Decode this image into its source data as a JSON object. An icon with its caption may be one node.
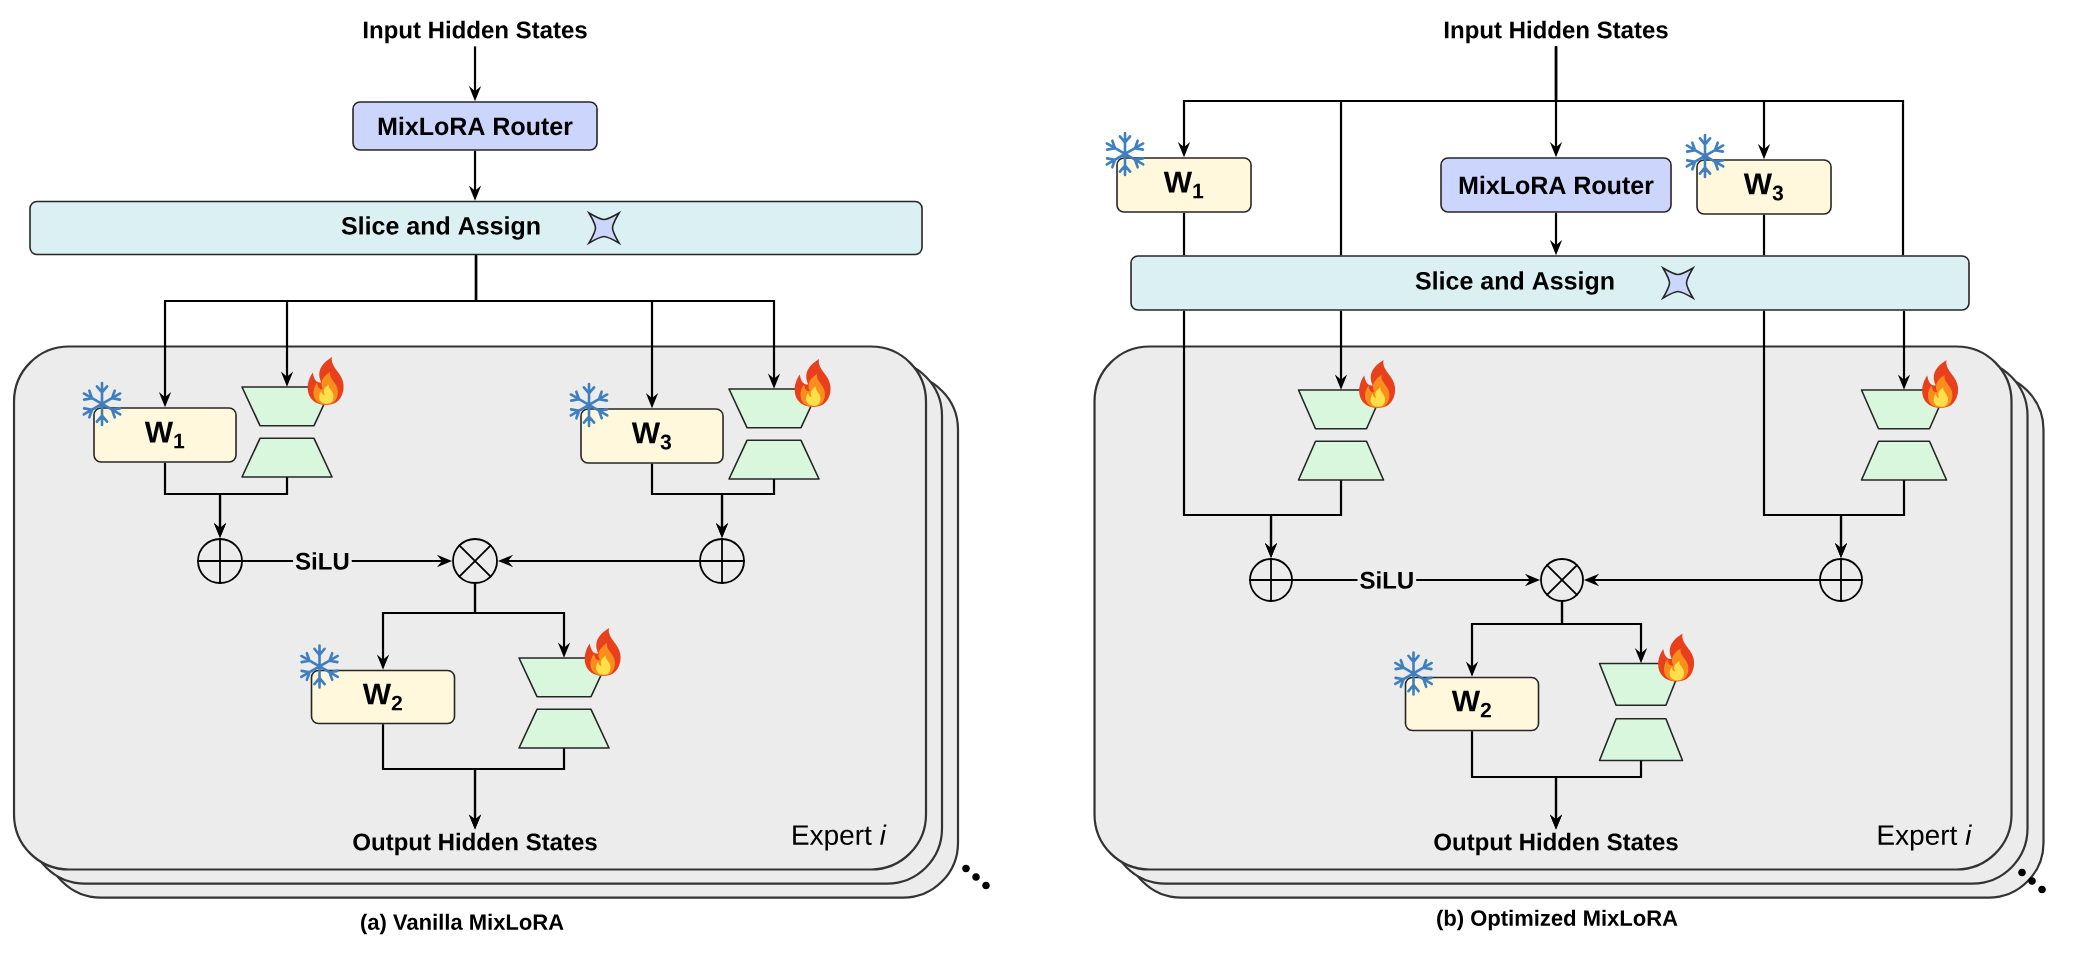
{
  "diagram": {
    "nodes": [
      {
        "text": [
          "Input Hidden States"
        ]
      },
      {
        "text": [
          "MixLoRA Router"
        ]
      },
      {
        "text": [
          "Slice and Assign"
        ]
      },
      {
        "text": [
          "Expert *i*"
        ]
      },
      {
        "text": [
          "W$_{1}$"
        ],
        "in": 3
      },
      {
        "text": [],
        "shape": "hourglass",
        "in": 3
      },
      {
        "text": [
          "W$_{3}$"
        ],
        "in": 3
      },
      {
        "text": [],
        "shape": "hourglass",
        "in": 3
      },
      {
        "text": [],
        "shape": "adder",
        "in": 3
      },
      {
        "text": [],
        "shape": "multiplier",
        "in": 3
      },
      {
        "text": [],
        "shape": "adder",
        "in": 3
      },
      {
        "text": [
          "W$_{2}$"
        ],
        "in": 3
      },
      {
        "text": [],
        "shape": "hourglass",
        "in": 3
      },
      {
        "text": [
          "Output Hidden States"
        ],
        "in": 3
      },
      {
        "text": [
          "Input Hidden States"
        ]
      },
      {
        "text": [
          "W$_{1}$"
        ]
      },
      {
        "text": [
          "MixLoRA Router"
        ]
      },
      {
        "text": [
          "W$_{3}$"
        ]
      },
      {
        "text": [
          "Slice and Assign"
        ]
      },
      {
        "text": [
          "Expert *i*"
        ]
      },
      {
        "text": [],
        "shape": "hourglass",
        "in": 19
      },
      {
        "text": [],
        "shape": "hourglass",
        "in": 19
      },
      {
        "text": [],
        "shape": "adder",
        "in": 19
      },
      {
        "text": [],
        "shape": "multiplier",
        "in": 19
      },
      {
        "text": [],
        "shape": "adder",
        "in": 19
      },
      {
        "text": [
          "W$_{2}$"
        ],
        "in": 19
      },
      {
        "text": [],
        "shape": "hourglass",
        "in": 19
      },
      {
        "text": [
          "Output Hidden States"
        ],
        "in": 19
      }
    ],
    "edges": [
      {
        "from": 0,
        "to": 1,
        "arrow": "to"
      },
      {
        "from": 1,
        "to": 2,
        "arrow": "to"
      },
      {
        "from": 2,
        "to": 4,
        "arrow": "to"
      },
      {
        "from": 2,
        "to": 5,
        "arrow": "to"
      },
      {
        "from": 2,
        "to": 6,
        "arrow": "to"
      },
      {
        "from": 2,
        "to": 7,
        "arrow": "to"
      },
      {
        "from": 4,
        "to": 8,
        "arrow": "to"
      },
      {
        "from": 5,
        "to": 8,
        "arrow": "to"
      },
      {
        "from": 6,
        "to": 10,
        "arrow": "to"
      },
      {
        "from": 7,
        "to": 10,
        "arrow": "to"
      },
      {
        "from": 8,
        "to": 9,
        "arrow": "to",
        "label": "SiLU"
      },
      {
        "from": 10,
        "to": 9,
        "arrow": "to"
      },
      {
        "from": 9,
        "to": 11,
        "arrow": "to"
      },
      {
        "from": 9,
        "to": 12,
        "arrow": "to"
      },
      {
        "from": 11,
        "to": 13,
        "arrow": "to"
      },
      {
        "from": 12,
        "to": 13,
        "arrow": "to"
      },
      {
        "from": 14,
        "to": 15,
        "arrow": "to"
      },
      {
        "from": 14,
        "to": 18,
        "arrow": "none"
      },
      {
        "from": 14,
        "to": 16,
        "arrow": "to"
      },
      {
        "from": 14,
        "to": 17,
        "arrow": "to"
      },
      {
        "from": 14,
        "to": 18,
        "arrow": "none"
      },
      {
        "from": 16,
        "to": 18,
        "arrow": "to"
      },
      {
        "from": 15,
        "to": 18,
        "arrow": "none"
      },
      {
        "from": 17,
        "to": 18,
        "arrow": "none"
      },
      {
        "from": 18,
        "to": 20,
        "arrow": "to"
      },
      {
        "from": 18,
        "to": 21,
        "arrow": "to"
      },
      {
        "from": 18,
        "to": 22,
        "arrow": "to"
      },
      {
        "from": 20,
        "to": 22,
        "arrow": "to"
      },
      {
        "from": 18,
        "to": 24,
        "arrow": "to"
      },
      {
        "from": 21,
        "to": 24,
        "arrow": "to"
      },
      {
        "from": 22,
        "to": 23,
        "arrow": "to",
        "label": "SiLU"
      },
      {
        "from": 24,
        "to": 23,
        "arrow": "to"
      },
      {
        "from": 23,
        "to": 25,
        "arrow": "to"
      },
      {
        "from": 23,
        "to": 26,
        "arrow": "to"
      },
      {
        "from": 25,
        "to": 27,
        "arrow": "to"
      },
      {
        "from": 26,
        "to": 27,
        "arrow": "to"
      }
    ],
    "labels": [
      "(a) Vanilla MixLoRA",
      "(b) Optimized MixLoRA"
    ]
  }
}
